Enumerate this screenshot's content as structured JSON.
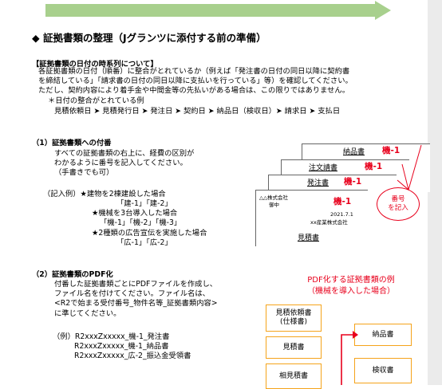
{
  "heading": "◆ 証拠書類の整理（Jグランツに添付する前の準備）",
  "section_date": {
    "title": "【証拠書類の日付の時系列について】",
    "lines": [
      "各証拠書類の日付（順番）に整合がとれているか（例えば「発注書の日付の同日以降に契約書",
      "を締結している」「請求書の日付の同日以降に支払いを行っている」等）を確認してください。",
      "ただし、契約内容により着手金や中間金等の先払いがある場合は、この限りではありません。"
    ],
    "example_label": "＊日付の整合がとれている例",
    "flow": "見積依頼日 ➤ 見積発行日 ➤ 発注日 ➤ 契約日 ➤ 納品日（検収日）➤ 請求日 ➤ 支払日"
  },
  "section1": {
    "title": "（1）証拠書類への付番",
    "lines": [
      "すべての証拠書類の右上に、経費の区別が",
      "わかるように番号を記入してください。",
      "（手書きでも可）"
    ],
    "examples": [
      {
        "text": "（記入例）★建物を2棟建設した場合"
      },
      {
        "text": "「建-1」「建-2」"
      },
      {
        "text": "★機械を3台導入した場合"
      },
      {
        "text": "「機-1」「機-2」「機-3」"
      },
      {
        "text": "★2種類の広告宣伝を実施した場合"
      },
      {
        "text": "「広-1」「広-2」"
      }
    ]
  },
  "docs_illustration": {
    "doc1_title": "納品書",
    "doc2_title": "注文請書",
    "doc3_title": "発注書",
    "number_label": "機-1",
    "front_title": "見積書",
    "company_from": "△△株式会社",
    "company_to": "御中",
    "date": "2021.7.1",
    "issuer": "xx産業株式会社",
    "callout": [
      "番号",
      "を記入"
    ]
  },
  "section2": {
    "title": "（2）証拠書類のPDF化",
    "lines": [
      "付番した証拠書類ごとにPDFファイルを作成し、",
      "ファイル名を付けてください。ファイル名は、",
      "<R2で始まる受付番号_物件名等_証拠書類内容>",
      "に準じてください。"
    ],
    "examples": [
      "（例）R2xxxZxxxxx_機-1_発注書",
      "R2xxxZxxxxx_機-1_納品書",
      "R2xxxZxxxxx_広-2_振込金受領書"
    ]
  },
  "pdf_diagram": {
    "title_line1": "PDF化する証拠書類の例",
    "title_line2": "（機械を導入した場合）",
    "boxes": [
      [
        "見積依頼書",
        "(仕様書)"
      ],
      [
        "見積書"
      ],
      [
        "相見積書"
      ],
      [
        "納品書"
      ],
      [
        "検収書"
      ]
    ],
    "colors": {
      "border": "#f5a31a",
      "arrow": "#e8001c"
    }
  }
}
